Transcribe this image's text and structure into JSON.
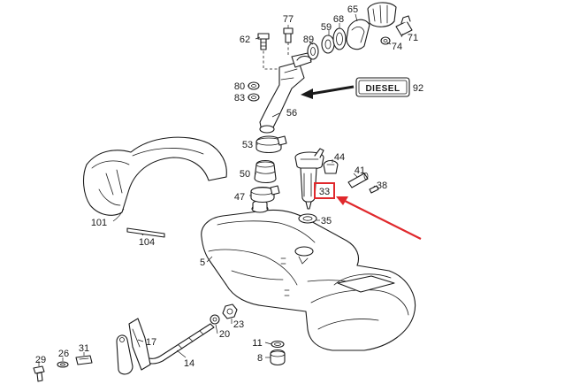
{
  "diesel_tag": "DIESEL",
  "callouts": {
    "c77": "77",
    "c65": "65",
    "c68": "68",
    "c59": "59",
    "c62": "62",
    "c89": "89",
    "c71": "71",
    "c74": "74",
    "c80": "80",
    "c83": "83",
    "c92": "92",
    "c56": "56",
    "c53": "53",
    "c44": "44",
    "c41": "41",
    "c38": "38",
    "c50": "50",
    "c47": "47",
    "c33": "33",
    "c35": "35",
    "c101": "101",
    "c104": "104",
    "c5": "5",
    "c23": "23",
    "c20": "20",
    "c17": "17",
    "c14": "14",
    "c11": "11",
    "c8": "8",
    "c29": "29",
    "c26": "26",
    "c31": "31"
  },
  "colors": {
    "line": "#1a1a1a",
    "highlight": "#e0282c",
    "background": "#ffffff"
  }
}
